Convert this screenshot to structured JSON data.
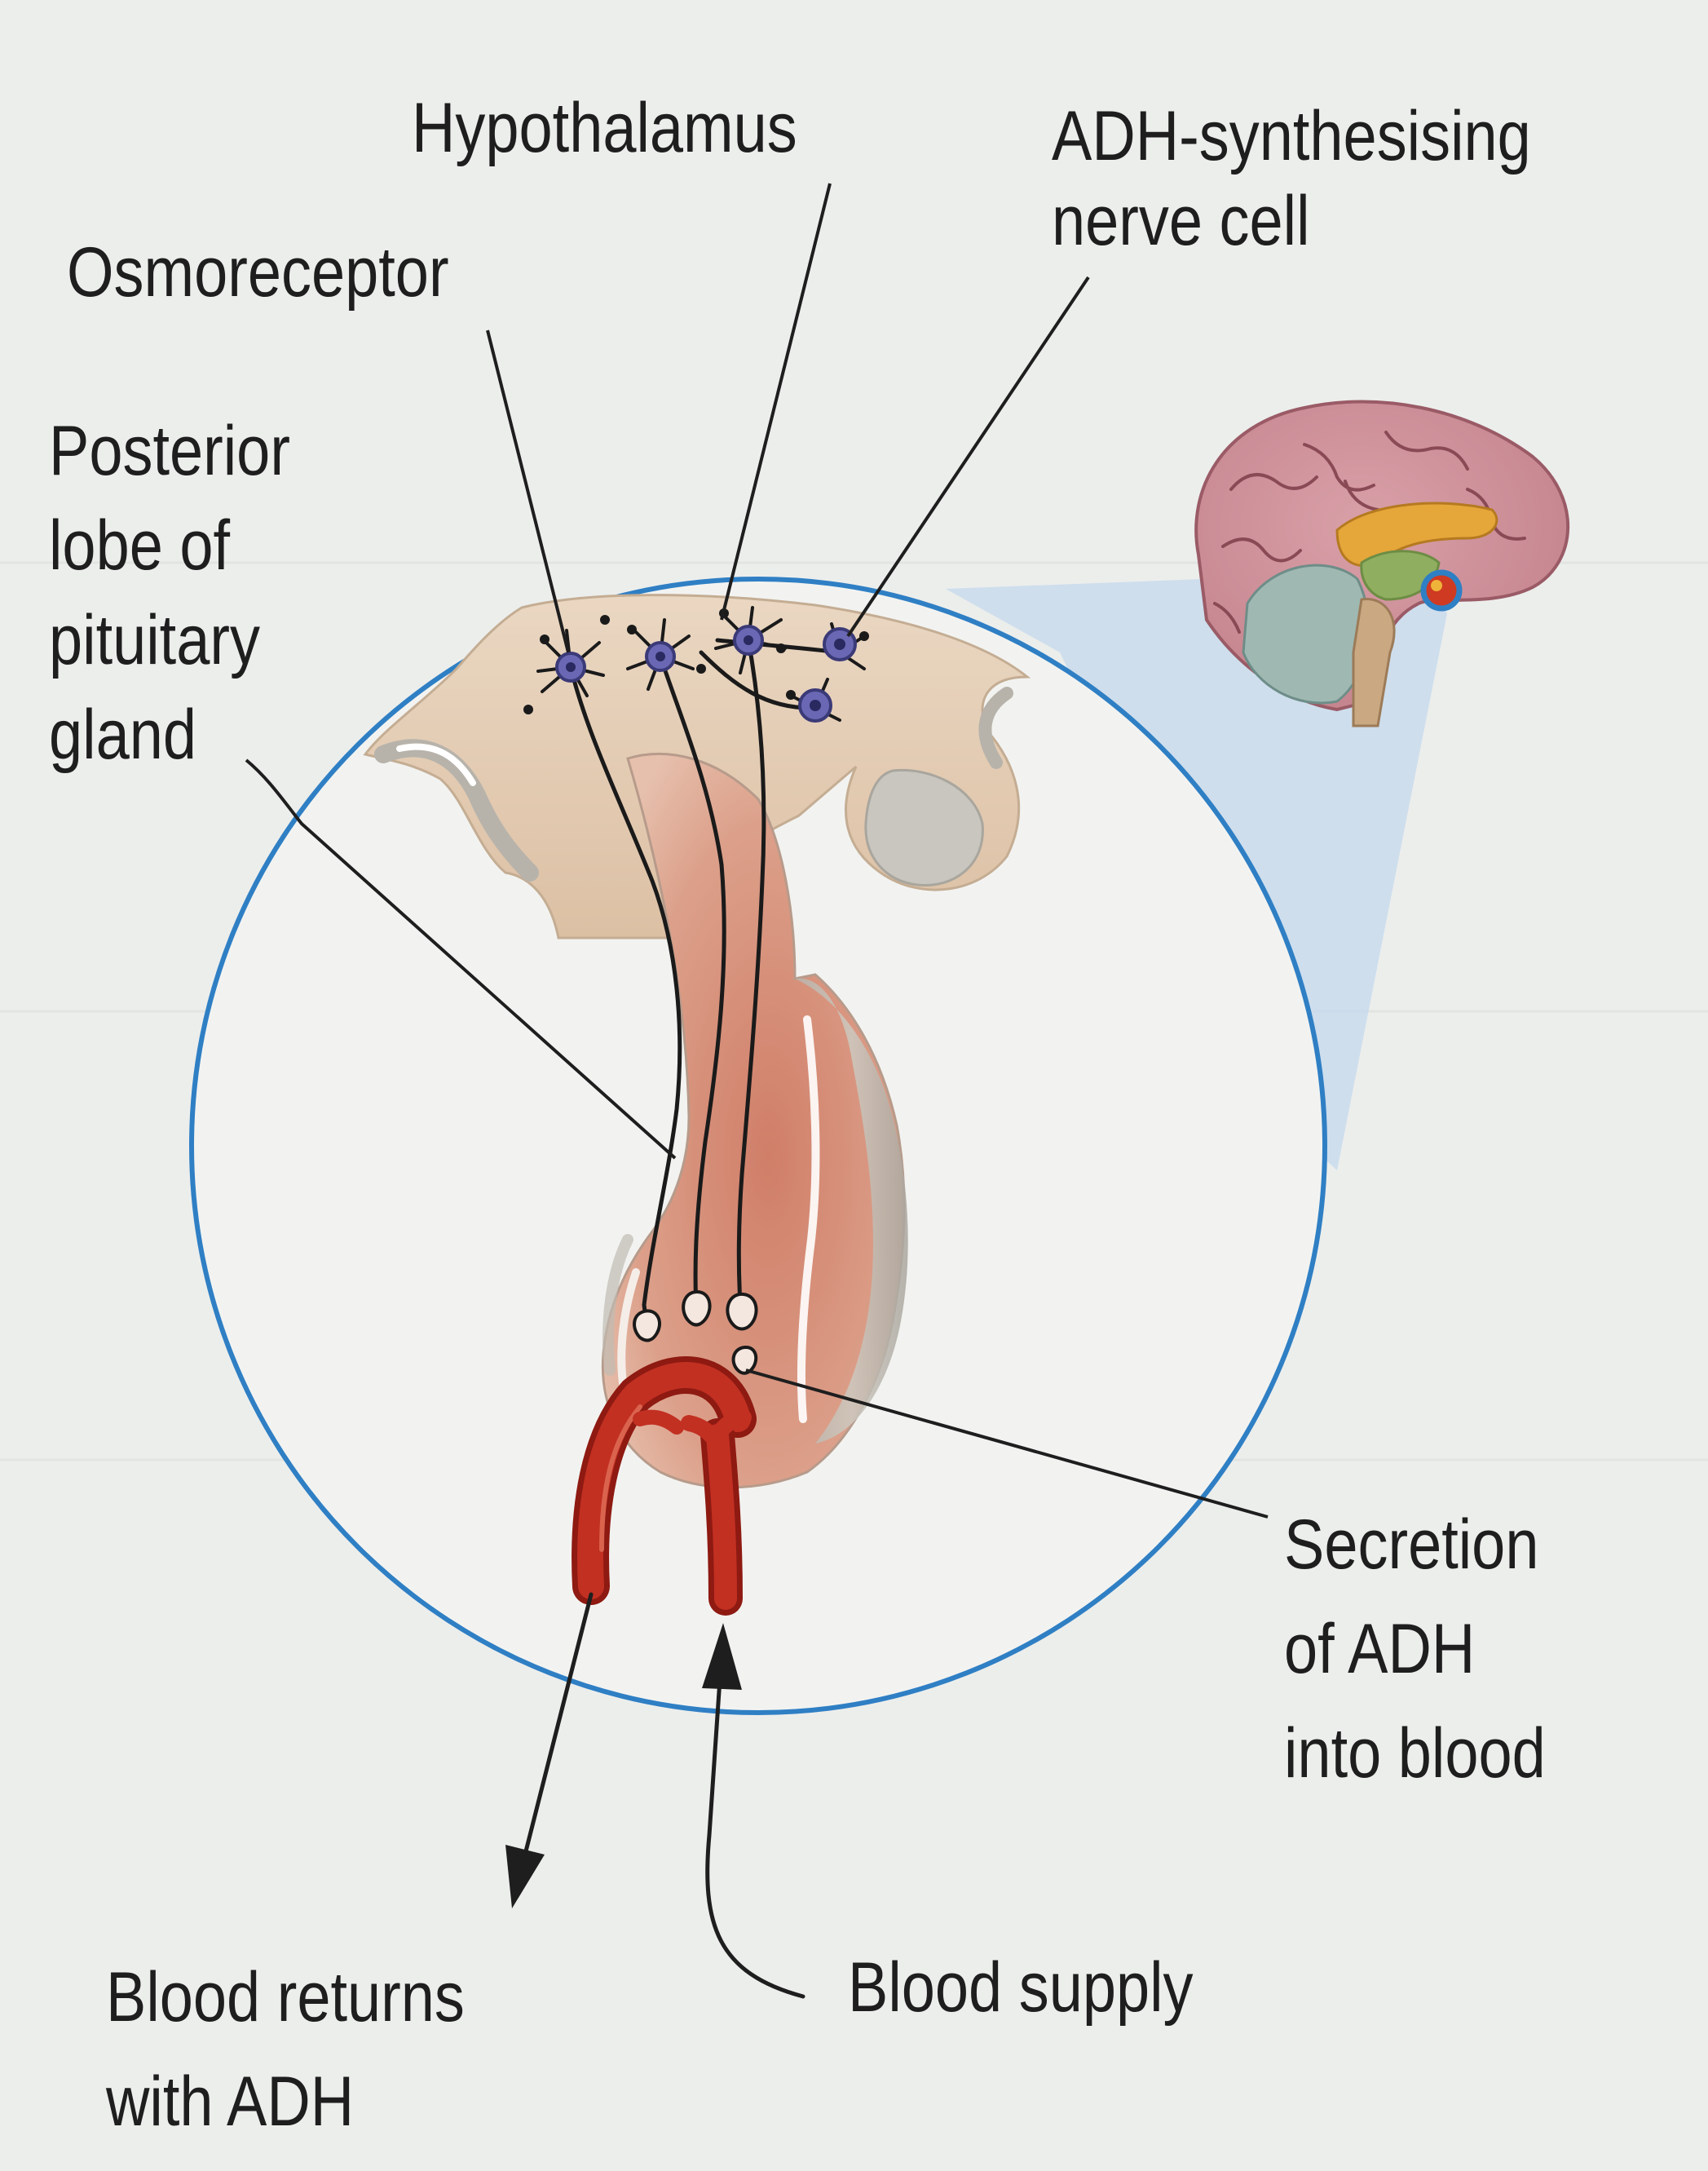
{
  "labels": {
    "hypothalamus": "Hypothalamus",
    "adh_cell": [
      "ADH-synthesising",
      "nerve cell"
    ],
    "osmoreceptor": "Osmoreceptor",
    "posterior_lobe": [
      "Posterior",
      "lobe of",
      "pituitary",
      "gland"
    ],
    "secretion": [
      "Secretion",
      "of ADH",
      "into blood"
    ],
    "blood_returns": [
      "Blood returns",
      "with ADH"
    ],
    "blood_supply": "Blood supply"
  },
  "colors": {
    "background": "#eceeec",
    "magnify_circle": "#2f7fc4",
    "blood_vessel": "#b8261c",
    "gland_tissue": "#d99b84",
    "hypothalamus_tissue": "#e8cfb6",
    "neuron": "#6a68b4",
    "leader_line": "#1e1e1e"
  }
}
